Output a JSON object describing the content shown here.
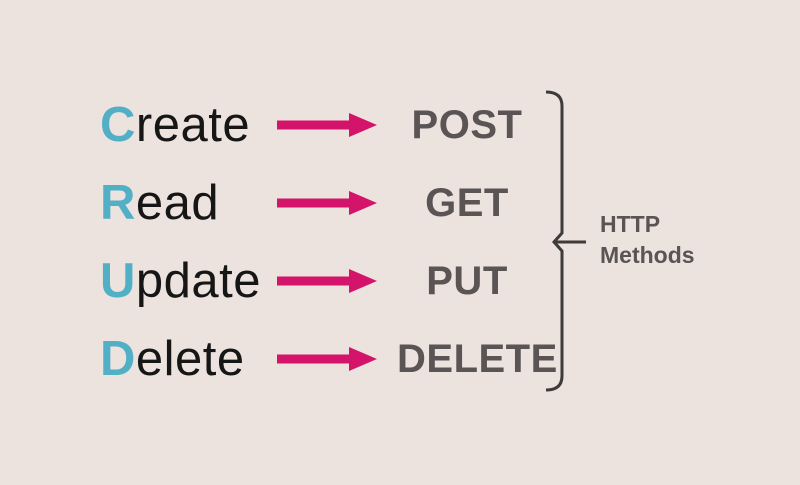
{
  "colors": {
    "bg": "#ece2de",
    "teal": "#52b0c6",
    "ink": "#161616",
    "pink": "#d3146a",
    "gray": "#5a5454",
    "bracket": "#3f3b39"
  },
  "rows": [
    {
      "initial": "C",
      "rest": "reate",
      "method": "POST"
    },
    {
      "initial": "R",
      "rest": "ead",
      "method": "GET"
    },
    {
      "initial": "U",
      "rest": "pdate",
      "method": "PUT"
    },
    {
      "initial": "D",
      "rest": "elete",
      "method": "DELETE"
    }
  ],
  "icons": {
    "arrow": "right-arrow",
    "bracket": "right-square-bracket-with-tick"
  },
  "bracket_label": {
    "line1": "HTTP",
    "line2": "Methods"
  }
}
